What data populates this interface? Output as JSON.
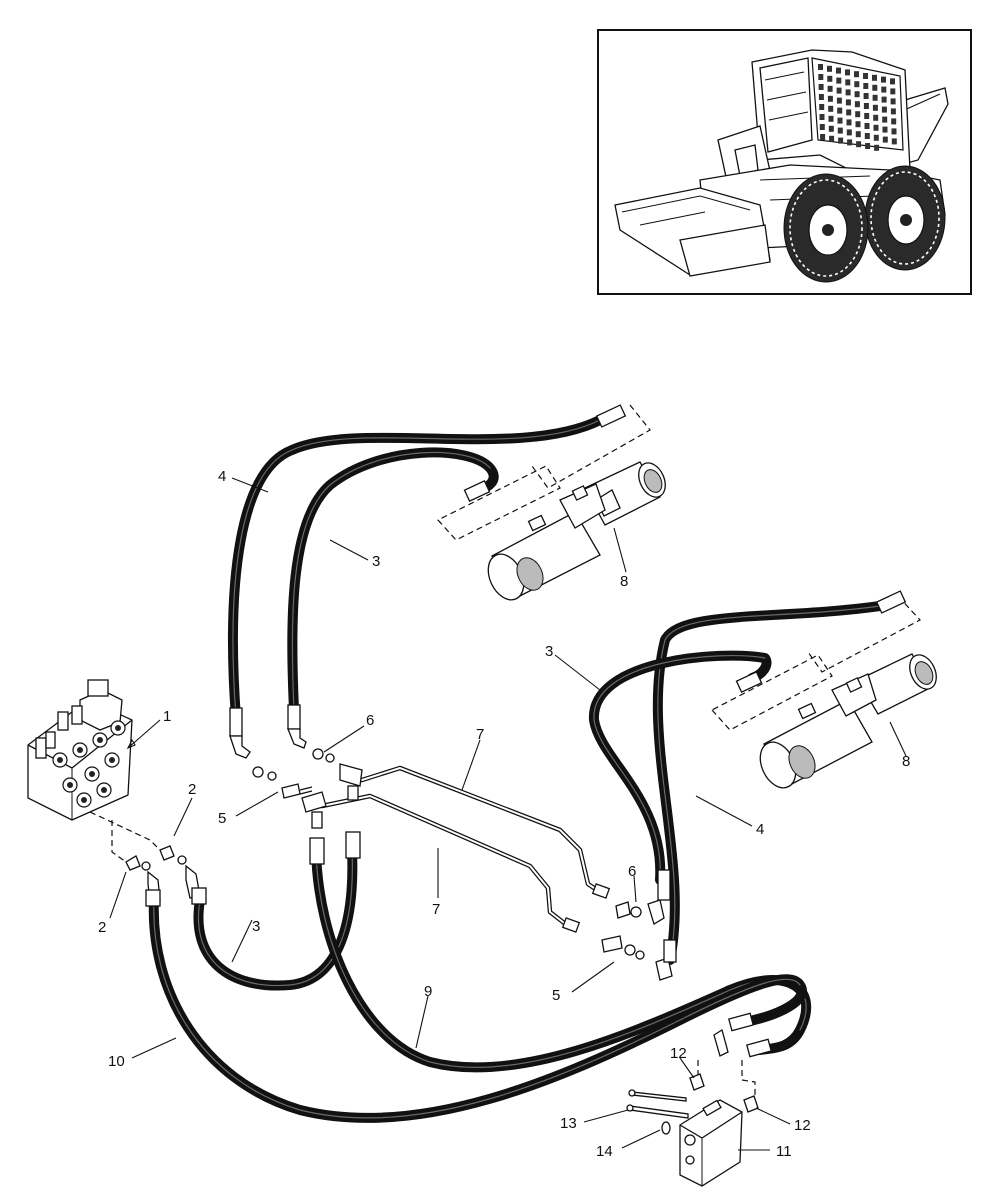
{
  "callouts": [
    {
      "id": "1",
      "text": "1"
    },
    {
      "id": "2a",
      "text": "2"
    },
    {
      "id": "2b",
      "text": "2"
    },
    {
      "id": "3a",
      "text": "3"
    },
    {
      "id": "3b",
      "text": "3"
    },
    {
      "id": "3c",
      "text": "3"
    },
    {
      "id": "4a",
      "text": "4"
    },
    {
      "id": "4b",
      "text": "4"
    },
    {
      "id": "5a",
      "text": "5"
    },
    {
      "id": "5b",
      "text": "5"
    },
    {
      "id": "6a",
      "text": "6"
    },
    {
      "id": "6b",
      "text": "6"
    },
    {
      "id": "7a",
      "text": "7"
    },
    {
      "id": "7b",
      "text": "7"
    },
    {
      "id": "8a",
      "text": "8"
    },
    {
      "id": "8b",
      "text": "8"
    },
    {
      "id": "9",
      "text": "9"
    },
    {
      "id": "10",
      "text": "10"
    },
    {
      "id": "11",
      "text": "11"
    },
    {
      "id": "12a",
      "text": "12"
    },
    {
      "id": "12b",
      "text": "12"
    },
    {
      "id": "13",
      "text": "13"
    },
    {
      "id": "14",
      "text": "14"
    }
  ]
}
